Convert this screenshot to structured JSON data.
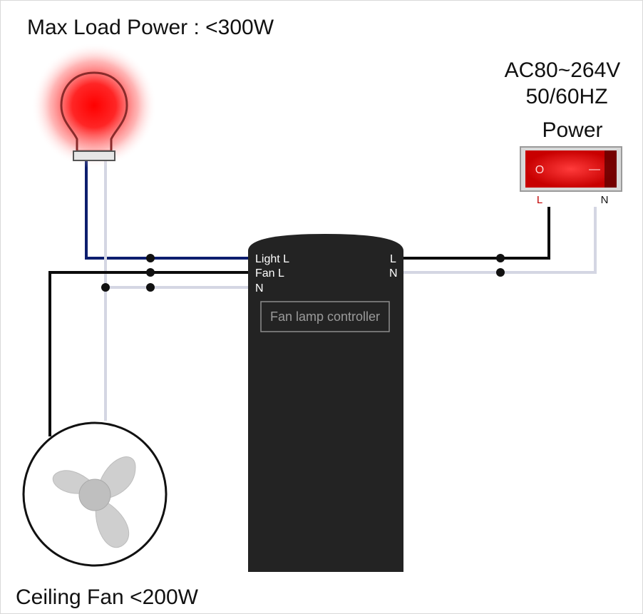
{
  "top_label": "Max Load Power : <300W",
  "fan_label": "Ceiling Fan <200W",
  "supply": {
    "voltage": "AC80~264V",
    "frequency": "50/60HZ",
    "title": "Power",
    "switch_off_mark": "O",
    "switch_on_mark": "—",
    "terminal_l": "L",
    "terminal_n": "N"
  },
  "controller": {
    "name": "Fan lamp controller",
    "left_terminals": [
      "Light L",
      "Fan L",
      "N"
    ],
    "right_terminals": [
      "L",
      "N"
    ]
  },
  "colors": {
    "live_wire": "#0b0b0b",
    "light_wire": "#0d1e6e",
    "neutral_wire": "#d4d6e3",
    "controller_body": "#232323",
    "switch_red": "#d80000",
    "bulb_glow": "#ff2020"
  },
  "icons": [
    "light-bulb-icon",
    "ceiling-fan-icon",
    "rocker-switch-icon"
  ]
}
